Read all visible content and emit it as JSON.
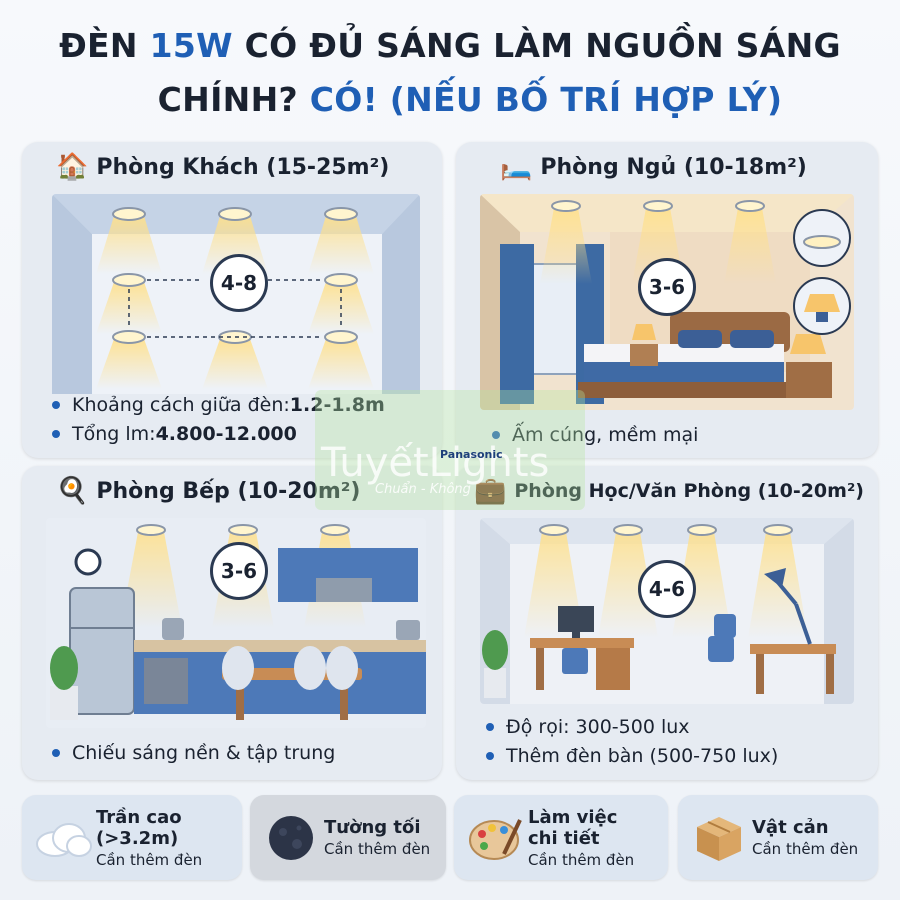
{
  "title": {
    "line1_pre": "ĐÈN ",
    "line1_hl": "15W",
    "line1_post": " CÓ ĐỦ SÁNG LÀM NGUỒN SÁNG",
    "line2_pre": "CHÍNH? ",
    "line2_hl": "CÓ! (NẾU BỐ TRÍ HỢP LÝ)"
  },
  "rooms": {
    "living": {
      "icon": "house-icon",
      "emoji": "🏠",
      "name": "Phòng Khách (15-25m²)",
      "count": "4-8",
      "bullet1_label": "Khoảng cách giữa đèn: ",
      "bullet1_value": "1.2-1.8m",
      "bullet2_label": "Tổng lm: ",
      "bullet2_value": "4.800-12.000"
    },
    "bedroom": {
      "icon": "bed-icon",
      "emoji": "🛏️",
      "name": "Phòng Ngủ (10-18m²)",
      "count": "3-6",
      "bullet1": "Ấm cúng, mềm mại"
    },
    "kitchen": {
      "icon": "frying-pan-icon",
      "emoji": "🍳",
      "name": "Phòng Bếp (10-20m²)",
      "count": "3-6",
      "bullet1": "Chiếu sáng nền & tập trung"
    },
    "study": {
      "icon": "briefcase-icon",
      "emoji": "💼",
      "name": "Phòng Học/Văn Phòng (10-20m²)",
      "count": "4-6",
      "bullet1": "Độ rọi: 300-500 lux",
      "bullet2": "Thêm đèn bàn (500-750 lux)"
    }
  },
  "tiles": [
    {
      "icon": "cloud-icon",
      "main": "Trần cao (>3.2m)",
      "sub": "Cần thêm đèn"
    },
    {
      "icon": "dark-moon-icon",
      "main": "Tường tối",
      "sub": "Cần thêm đèn"
    },
    {
      "icon": "palette-icon",
      "main": "Làm việc chi tiết",
      "sub": "Cần thêm đèn"
    },
    {
      "icon": "box-icon",
      "main": "Vật cản",
      "sub": "Cần thêm đèn"
    }
  ],
  "watermark": {
    "brand": "Panasonic",
    "text": "TuyếtLights",
    "tagline": "Chuẩn - Không"
  },
  "colors": {
    "accent": "#1f5fb5",
    "card_bg": "#e6ebf2",
    "warm_light": "#ffe9a8"
  }
}
